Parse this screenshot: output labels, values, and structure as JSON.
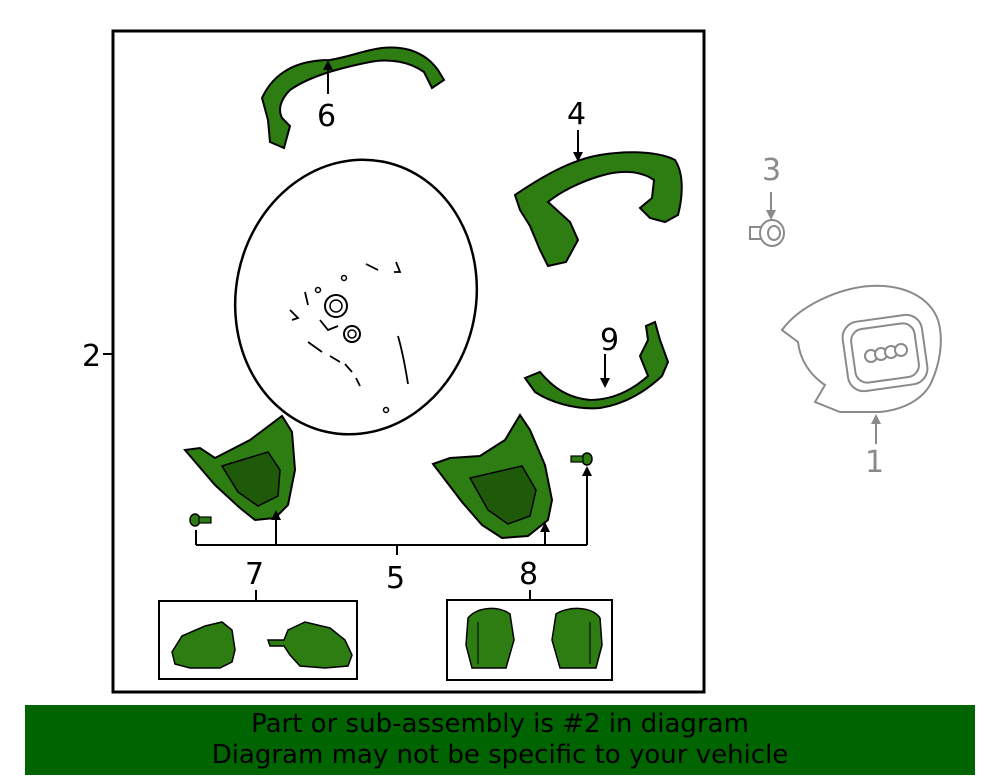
{
  "callouts": {
    "c1": "1",
    "c2": "2",
    "c3": "3",
    "c4": "4",
    "c5": "5",
    "c6": "6",
    "c7": "7",
    "c8": "8",
    "c9": "9"
  },
  "banner": {
    "line1": "Part or sub-assembly is #2 in diagram",
    "line2": "Diagram may not be specific to your vehicle"
  },
  "colors": {
    "highlight": "#006400",
    "part_fill": "#2e7d12",
    "outline": "#000000",
    "muted": "#8a8a8a"
  }
}
